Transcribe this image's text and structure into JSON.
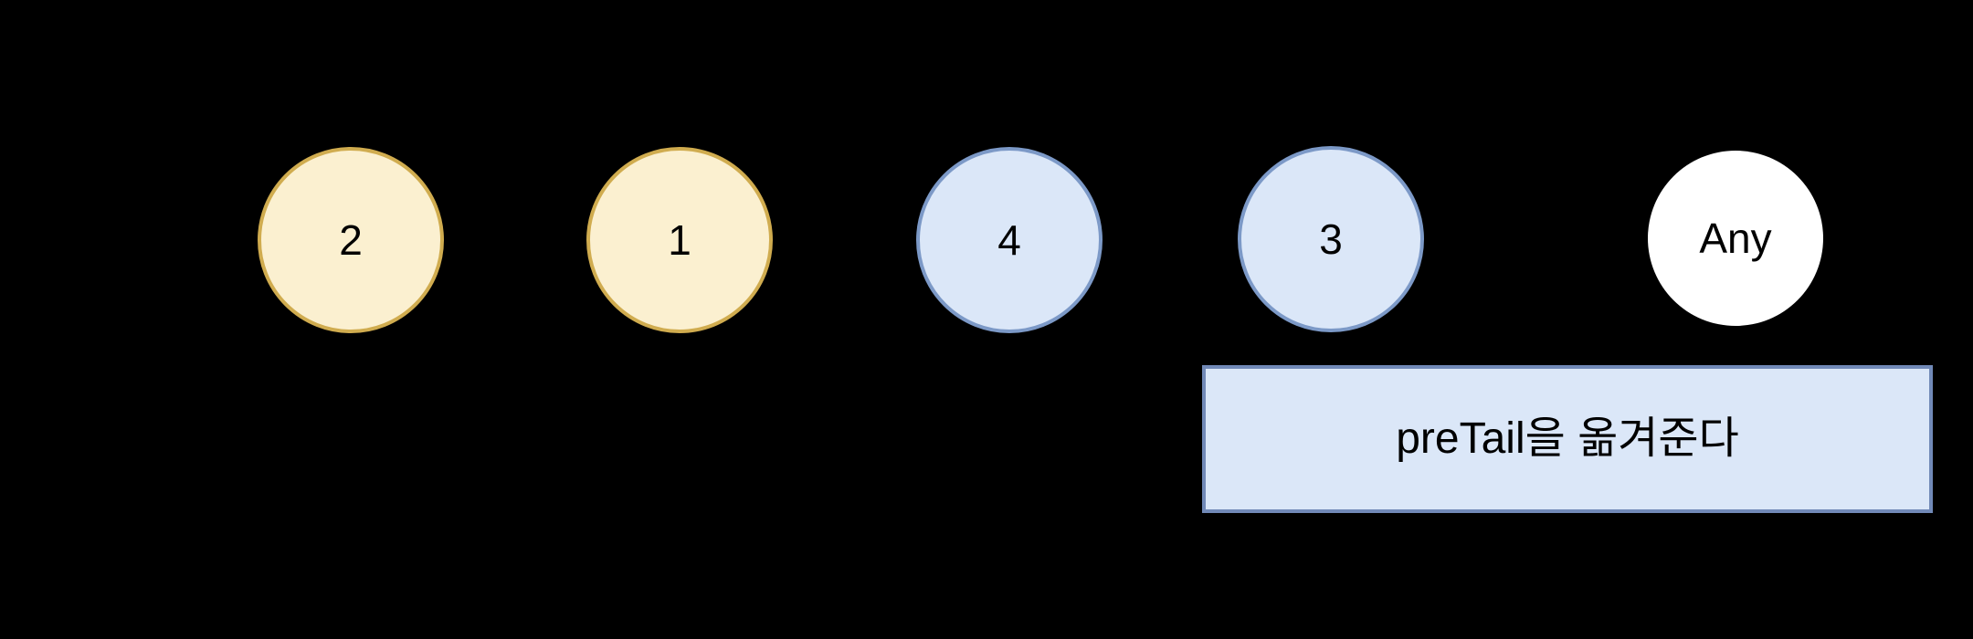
{
  "canvas": {
    "background": "#000000",
    "text_color": "#000000"
  },
  "diagram": {
    "nodes": [
      {
        "id": "node-2",
        "label": "2",
        "shape": "circle",
        "fill": "#FBF0D0",
        "stroke": "#D0AC4F"
      },
      {
        "id": "node-1",
        "label": "1",
        "shape": "circle",
        "fill": "#FBF0D0",
        "stroke": "#D0AC4F"
      },
      {
        "id": "node-4",
        "label": "4",
        "shape": "circle",
        "fill": "#DBE7F8",
        "stroke": "#7C99C7"
      },
      {
        "id": "node-3",
        "label": "3",
        "shape": "circle",
        "fill": "#DBE7F8",
        "stroke": "#7C99C7"
      },
      {
        "id": "node-any",
        "label": "Any",
        "shape": "circle",
        "fill": "#FFFFFF",
        "stroke": "#FFFFFF"
      }
    ],
    "callout": {
      "label": "preTail을 옮겨준다",
      "fill": "#DBE7F8",
      "stroke": "#7189B7"
    }
  }
}
